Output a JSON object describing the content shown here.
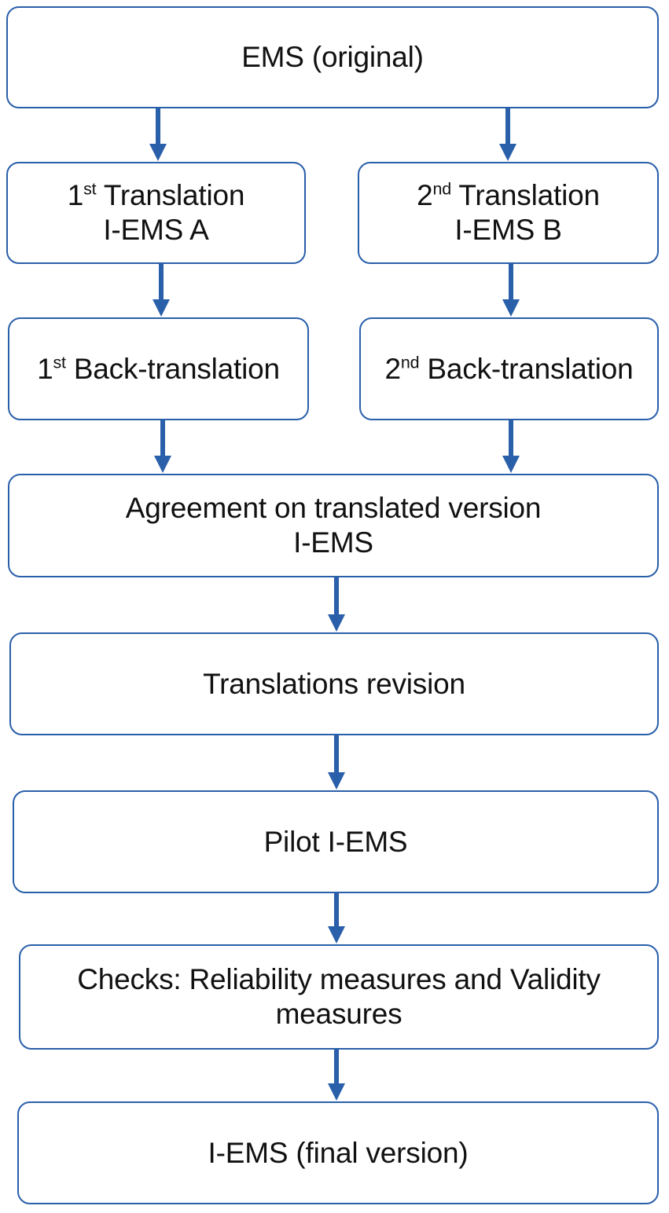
{
  "diagram": {
    "title": "EMS translation and validation process flowchart",
    "accent_color": "#2A5FAA",
    "text_color": "#111111",
    "background_color": "#FFFFFF",
    "nodes": [
      {
        "id": "ems-original",
        "text": "EMS (original)"
      },
      {
        "id": "translation-1",
        "text_line1_prefix": "1",
        "text_line1_sup": "st",
        "text_line1_rest": " Translation",
        "text_line2": "I-EMS A"
      },
      {
        "id": "translation-2",
        "text_line1_prefix": "2",
        "text_line1_sup": "nd",
        "text_line1_rest": " Translation",
        "text_line2": "I-EMS B"
      },
      {
        "id": "back-translation-1",
        "text_line1_prefix": "1",
        "text_line1_sup": "st",
        "text_line1_rest": " Back-translation"
      },
      {
        "id": "back-translation-2",
        "text_line1_prefix": "2",
        "text_line1_sup": "nd",
        "text_line1_rest": " Back-translation"
      },
      {
        "id": "agreement",
        "text_line1": "Agreement on translated version",
        "text_line2": "I-EMS"
      },
      {
        "id": "translations-revision",
        "text": "Translations revision"
      },
      {
        "id": "pilot",
        "text": "Pilot I-EMS"
      },
      {
        "id": "checks",
        "text": "Checks: Reliability measures and Validity measures"
      },
      {
        "id": "final",
        "text": "I-EMS (final version)"
      }
    ],
    "edges": [
      {
        "from": "ems-original",
        "to": "translation-1"
      },
      {
        "from": "ems-original",
        "to": "translation-2"
      },
      {
        "from": "translation-1",
        "to": "back-translation-1"
      },
      {
        "from": "translation-2",
        "to": "back-translation-2"
      },
      {
        "from": "back-translation-1",
        "to": "agreement"
      },
      {
        "from": "back-translation-2",
        "to": "agreement"
      },
      {
        "from": "agreement",
        "to": "translations-revision"
      },
      {
        "from": "translations-revision",
        "to": "pilot"
      },
      {
        "from": "pilot",
        "to": "checks"
      },
      {
        "from": "checks",
        "to": "final"
      }
    ]
  }
}
